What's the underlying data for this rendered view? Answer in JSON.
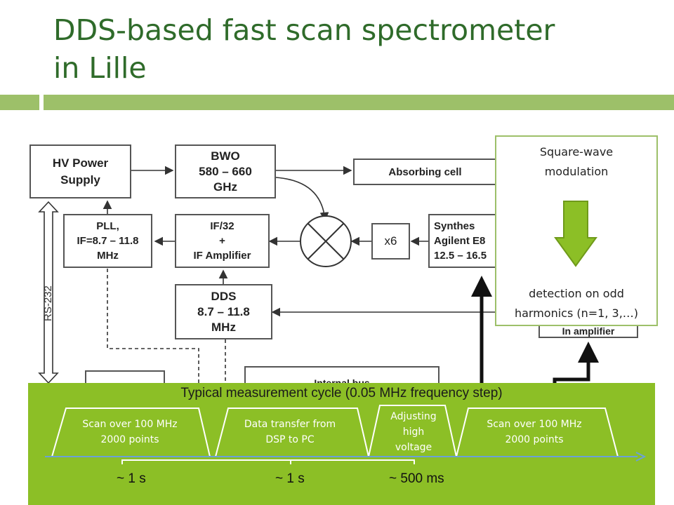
{
  "title": {
    "line1": "DDS-based fast scan spectrometer",
    "line2": "in Lille"
  },
  "blocks": {
    "hv": "HV Power\nSupply",
    "bwo": "BWO\n580 – 660\nGHz",
    "absorbing": "Absorbing cell",
    "pll": "PLL,\nIF=8.7 – 11.8\nMHz",
    "if32": "IF/32\n+\nIF Amplifier",
    "x6": "x6",
    "synth": "Synthes\nAgilent E8\n12.5 – 16.5",
    "dds": "DDS\n8.7 – 11.8\nMHz",
    "lockin": "In amplifier",
    "internal": "Internal bus",
    "rs232": "RS-232"
  },
  "callout": {
    "line1": "Square-wave",
    "line2": "modulation",
    "line3": "detection on odd",
    "line4": "harmonics (n=1, 3,…)"
  },
  "cycle": {
    "title": "Typical measurement cycle (0.05 MHz frequency step)",
    "steps": [
      {
        "line1": "Scan over 100 MHz",
        "line2": "2000 points"
      },
      {
        "line1": "Data transfer  from",
        "line2": "DSP to PC"
      },
      {
        "line1": "Adjusting",
        "line2": "high",
        "line3": "voltage"
      },
      {
        "line1": "Scan over 100 MHz",
        "line2": "2000 points"
      }
    ],
    "durations": [
      "~ 1 s",
      "~ 1 s",
      "~ 500 ms"
    ]
  },
  "colors": {
    "title": "#2f6b2a",
    "accent_bar": "#9dc069",
    "panel": "#8cbf26",
    "arrow": "#8cbf26"
  }
}
